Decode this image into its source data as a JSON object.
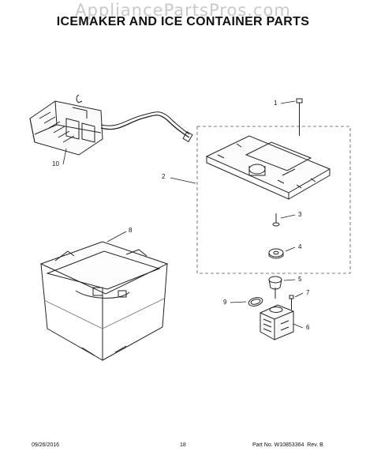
{
  "watermark": "AppliancePartsPros.com",
  "title": "ICEMAKER AND ICE CONTAINER PARTS",
  "callouts": {
    "c1": "1",
    "c2": "2",
    "c3": "3",
    "c4": "4",
    "c5": "5",
    "c6": "6",
    "c7": "7",
    "c8": "8",
    "c9": "9",
    "c10": "10"
  },
  "footer": {
    "date": "09/26/2016",
    "page": "18",
    "part_no": "Part No. W10853364  Rev. B"
  },
  "colors": {
    "line": "#222222",
    "watermark": "#c9c9c9"
  }
}
